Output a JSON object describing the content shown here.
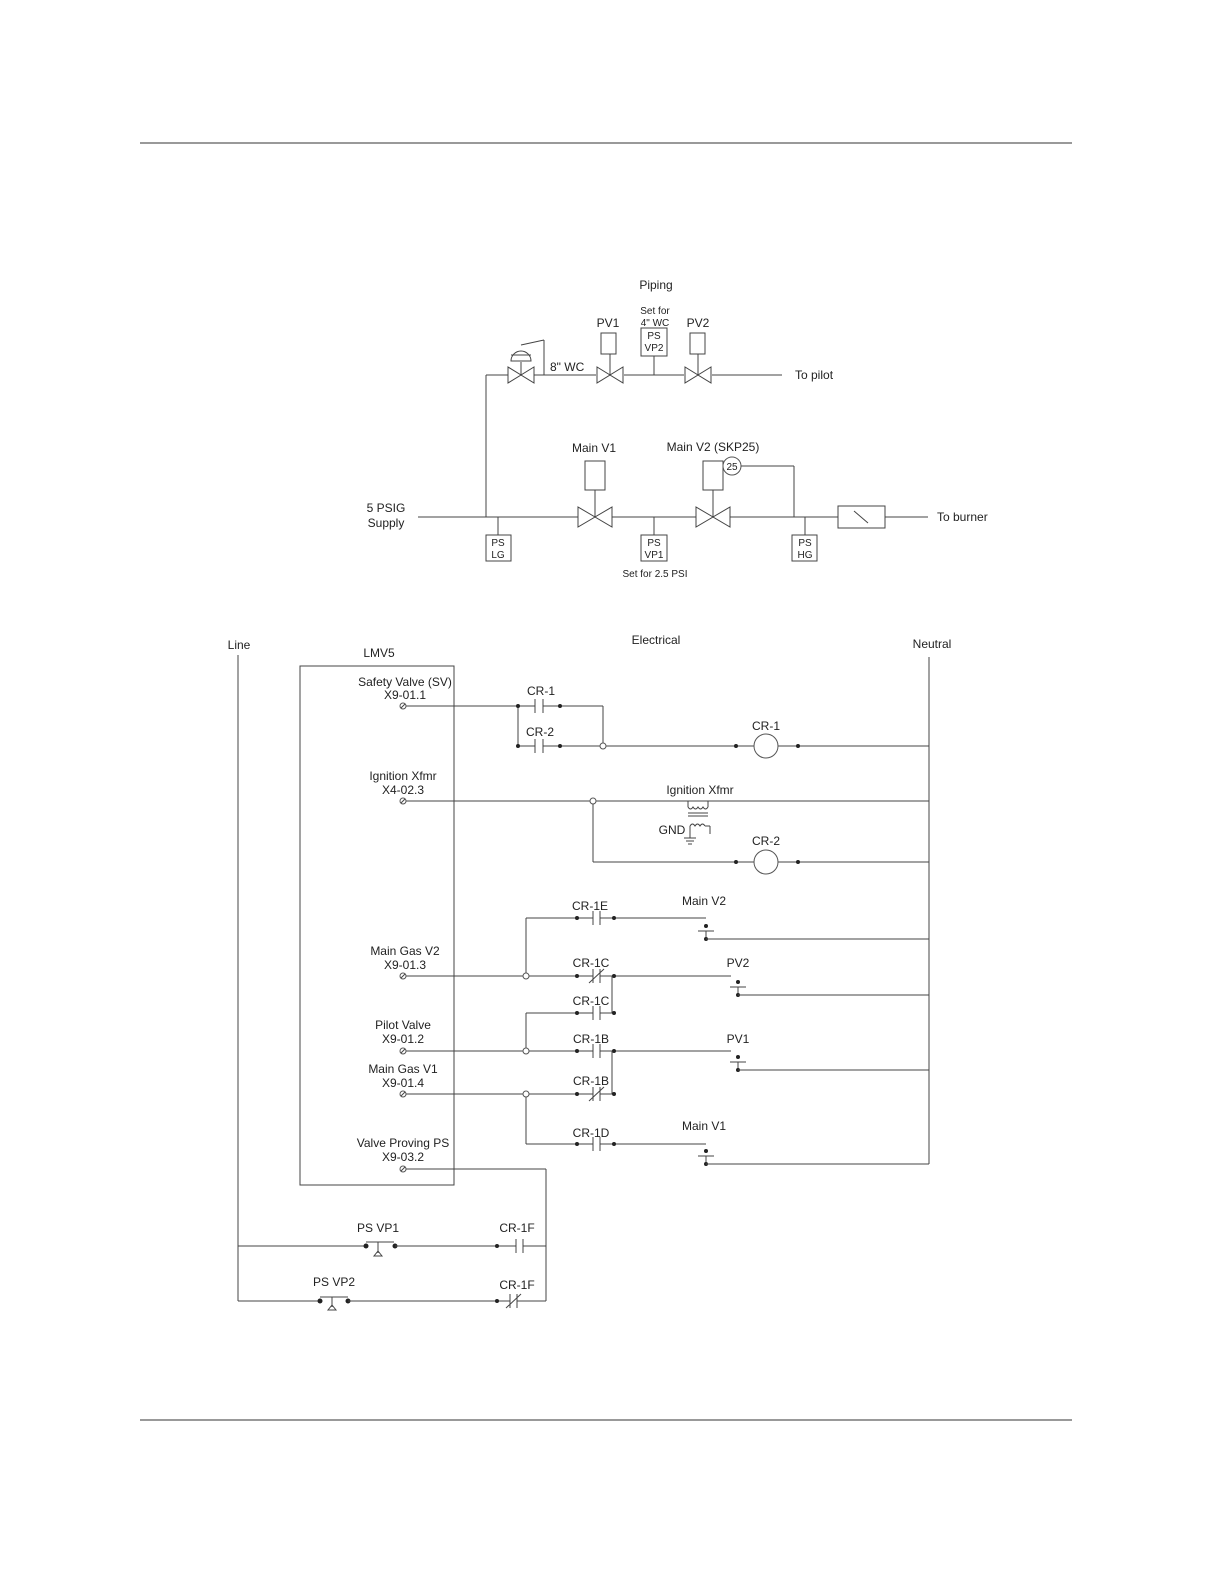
{
  "piping": {
    "title": "Piping",
    "set_vp2": [
      "Set for",
      "4\" WC"
    ],
    "pv1": "PV1",
    "pv2": "PV2",
    "ps_vp2": [
      "PS",
      "VP2"
    ],
    "regulator_setting": "8\" WC",
    "to_pilot": "To pilot",
    "main_v1": "Main V1",
    "main_v2": "Main V2 (SKP25)",
    "actuator_code": "25",
    "supply": [
      "5 PSIG",
      "Supply"
    ],
    "ps_lg": [
      "PS",
      "LG"
    ],
    "ps_vp1": [
      "PS",
      "VP1"
    ],
    "ps_hg": [
      "PS",
      "HG"
    ],
    "set_vp1": "Set for 2.5 PSI",
    "to_burner": "To burner"
  },
  "electrical": {
    "title": "Electrical",
    "line": "Line",
    "neutral": "Neutral",
    "controller": "LMV5",
    "terminals": [
      {
        "name": "Safety Valve (SV)",
        "code": "X9-01.1"
      },
      {
        "name": "Ignition Xfmr",
        "code": "X4-02.3"
      },
      {
        "name": "Main Gas V2",
        "code": "X9-01.3"
      },
      {
        "name": "Pilot Valve",
        "code": "X9-01.2"
      },
      {
        "name": "Main Gas V1",
        "code": "X9-01.4"
      },
      {
        "name": "Valve Proving PS",
        "code": "X9-03.2"
      }
    ],
    "contacts": {
      "cr1": "CR-1",
      "cr2": "CR-2",
      "cr1e": "CR-1E",
      "cr1c_nc": "CR-1C",
      "cr1c_no": "CR-1C",
      "cr1b_no": "CR-1B",
      "cr1b_nc": "CR-1B",
      "cr1d": "CR-1D",
      "cr1f_no": "CR-1F",
      "cr1f_nc": "CR-1F"
    },
    "coils": {
      "cr1": "CR-1",
      "cr2": "CR-2"
    },
    "ignition_xfmr": "Ignition Xfmr",
    "gnd": "GND",
    "loads": {
      "main_v2": "Main V2",
      "pv2": "PV2",
      "pv1": "PV1",
      "main_v1": "Main V1"
    },
    "switches": {
      "ps_vp1": "PS VP1",
      "ps_vp2": "PS VP2"
    }
  }
}
